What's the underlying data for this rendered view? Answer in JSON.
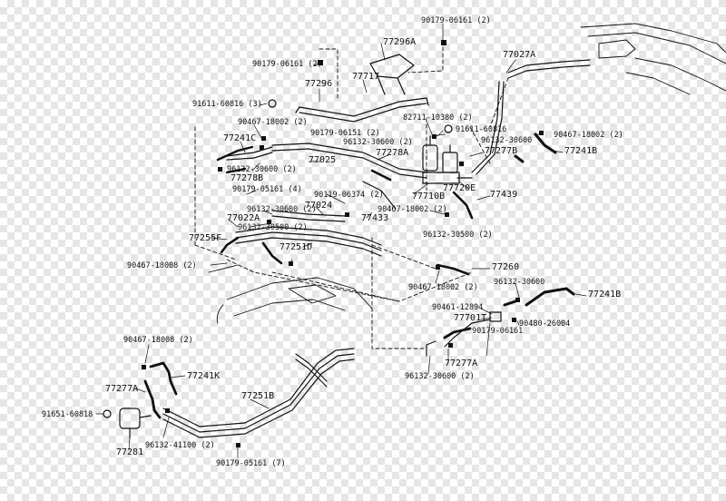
{
  "labels": [
    {
      "id": "p90179_06161_top",
      "text": "90179-06161 (2)"
    },
    {
      "id": "p77296A",
      "text": "77296A"
    },
    {
      "id": "p90179_06161_left",
      "text": "90179-06161 (2)"
    },
    {
      "id": "p77717",
      "text": "77717"
    },
    {
      "id": "p77027A",
      "text": "77027A"
    },
    {
      "id": "p77296",
      "text": "77296"
    },
    {
      "id": "p91611_60816",
      "text": "91611-60816 (3)"
    },
    {
      "id": "p90467_18002_a",
      "text": "90467-18002 (2)"
    },
    {
      "id": "p82711_10380",
      "text": "82711-10380 (2)"
    },
    {
      "id": "p91611_60816b",
      "text": "91611-60816"
    },
    {
      "id": "p90179_06151_mid",
      "text": "90179-06151 (2)"
    },
    {
      "id": "p90467_18002_r",
      "text": "90467-18002 (2)"
    },
    {
      "id": "p96132_30600_mid",
      "text": "96132-30600 (2)"
    },
    {
      "id": "p96132_30600_r",
      "text": "96132-30600"
    },
    {
      "id": "p77241C",
      "text": "77241C"
    },
    {
      "id": "p77278A",
      "text": "77278A"
    },
    {
      "id": "p77277B",
      "text": "77277B"
    },
    {
      "id": "p77241B_top",
      "text": "77241B"
    },
    {
      "id": "p77025",
      "text": "77025"
    },
    {
      "id": "p96132_30600_l",
      "text": "96132-30600 (2)"
    },
    {
      "id": "p77278B",
      "text": "77278B"
    },
    {
      "id": "p90179_05161",
      "text": "90179-05161 (4)"
    },
    {
      "id": "p77710B",
      "text": "77710B"
    },
    {
      "id": "p77720E",
      "text": "77720E"
    },
    {
      "id": "p77439",
      "text": "77439"
    },
    {
      "id": "p90119_06374",
      "text": "90119-06374 (2)"
    },
    {
      "id": "p77024",
      "text": "77024"
    },
    {
      "id": "p96132_30600_c",
      "text": "96132-30600 (2)"
    },
    {
      "id": "p90467_18002_c",
      "text": "90467-18002 (2)"
    },
    {
      "id": "p77433",
      "text": "77433"
    },
    {
      "id": "p77022A",
      "text": "77022A"
    },
    {
      "id": "p96132_30500",
      "text": "96132-30500 (2)"
    },
    {
      "id": "p77255F",
      "text": "77255F"
    },
    {
      "id": "p77251D",
      "text": "77251D"
    },
    {
      "id": "p96132_30500b",
      "text": "96132-30500 (2)"
    },
    {
      "id": "p90467_18008",
      "text": "90467-18008 (2)"
    },
    {
      "id": "p77260",
      "text": "77260"
    },
    {
      "id": "p90467_18002_b",
      "text": "90467-18002 (2)"
    },
    {
      "id": "p96132_30600_b",
      "text": "96132-30600"
    },
    {
      "id": "p77241B_bot",
      "text": "77241B"
    },
    {
      "id": "p90461_12894",
      "text": "90461-12894"
    },
    {
      "id": "p77701T",
      "text": "77701T"
    },
    {
      "id": "p90480_26004",
      "text": "90480-26004"
    },
    {
      "id": "p90179_06161_b",
      "text": "90179-06161"
    },
    {
      "id": "p77277A_r",
      "text": "77277A"
    },
    {
      "id": "p96132_30600_bb",
      "text": "96132-30600 (2)"
    },
    {
      "id": "p90467_18008_l",
      "text": "90467-18008 (2)"
    },
    {
      "id": "p77241K",
      "text": "77241K"
    },
    {
      "id": "p77277A_l",
      "text": "77277A"
    },
    {
      "id": "p77251B",
      "text": "77251B"
    },
    {
      "id": "p91651_60818",
      "text": "91651-60818"
    },
    {
      "id": "p96132_41100",
      "text": "96132-41100 (2)"
    },
    {
      "id": "p77281",
      "text": "77281"
    },
    {
      "id": "p90179_05161_b",
      "text": "90179-05161 (7)"
    }
  ]
}
